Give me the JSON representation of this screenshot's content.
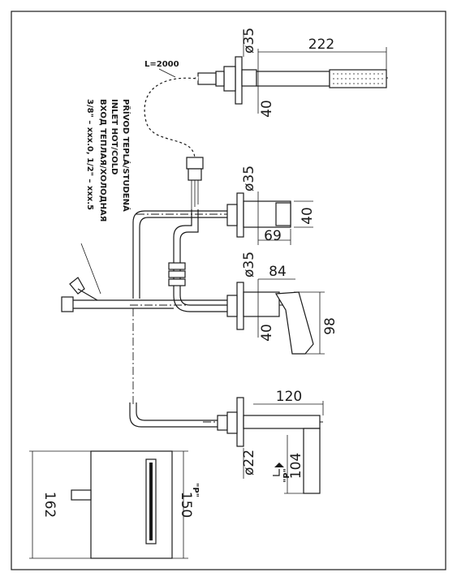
{
  "hose": {
    "length_label": "L=2000"
  },
  "inlet": {
    "line1": "PŘÍVOD TEPLÁ/STUDENÁ",
    "line2": "INLET HOT/COLD",
    "line3": "ВХОД ТЕПЛАЯ/ХОЛОДНАЯ",
    "line4": "3/8\" – xxx.0, 1/2\" – xxx.5"
  },
  "dimensions": {
    "shower_diameter": "ø35",
    "shower_length": "222",
    "shower_depth": "40",
    "valve_diameter": "ø35",
    "valve_height": "40",
    "valve_depth": "69",
    "mixer_diameter": "ø35",
    "mixer_depth": "84",
    "mixer_height": "40",
    "mixer_lever": "98",
    "spout_length": "120",
    "spout_diameter": "ø22",
    "spout_height": "104",
    "spout_marker": "\"P\"",
    "plate_height": "162",
    "plate_width": "150",
    "plate_marker": "\"P\""
  }
}
